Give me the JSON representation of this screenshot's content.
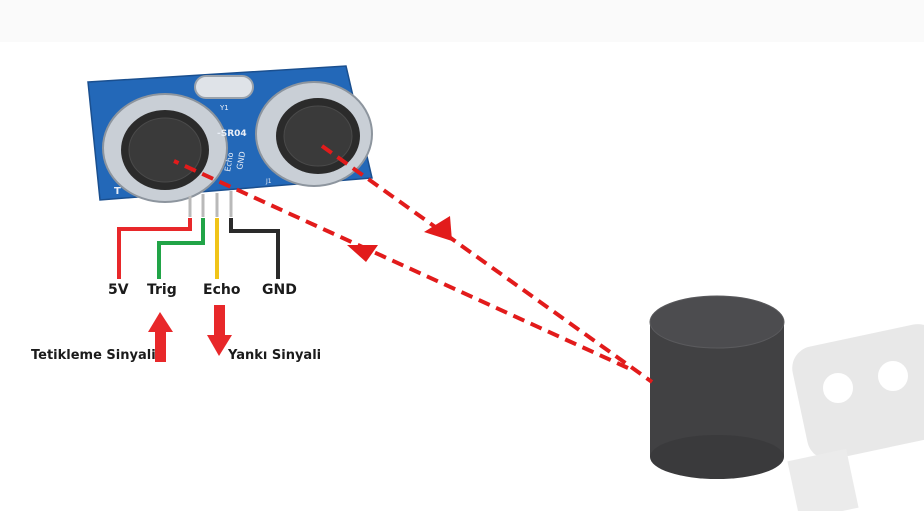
{
  "module": {
    "model_text": "-SR04",
    "crystal_text": "Y1",
    "pin_silk": [
      "Echo",
      "GND"
    ],
    "t_text": "T",
    "j1_text": "J1",
    "colors": {
      "pcb": "#2368b8",
      "transducer_ring": "#c9cfd6",
      "mesh": "#2b2b2b"
    }
  },
  "pins": {
    "vcc": "5V",
    "trig": "Trig",
    "echo": "Echo",
    "gnd": "GND"
  },
  "wire_colors": {
    "vcc": "#e8282a",
    "trig": "#21a447",
    "echo": "#f0c419",
    "gnd": "#2a2a2a"
  },
  "signals": {
    "trigger": "Tetikleme Sinyali",
    "echo": "Yankı Sinyali"
  },
  "beam_color": "#e21b1b",
  "obstacle_color": "#414143"
}
